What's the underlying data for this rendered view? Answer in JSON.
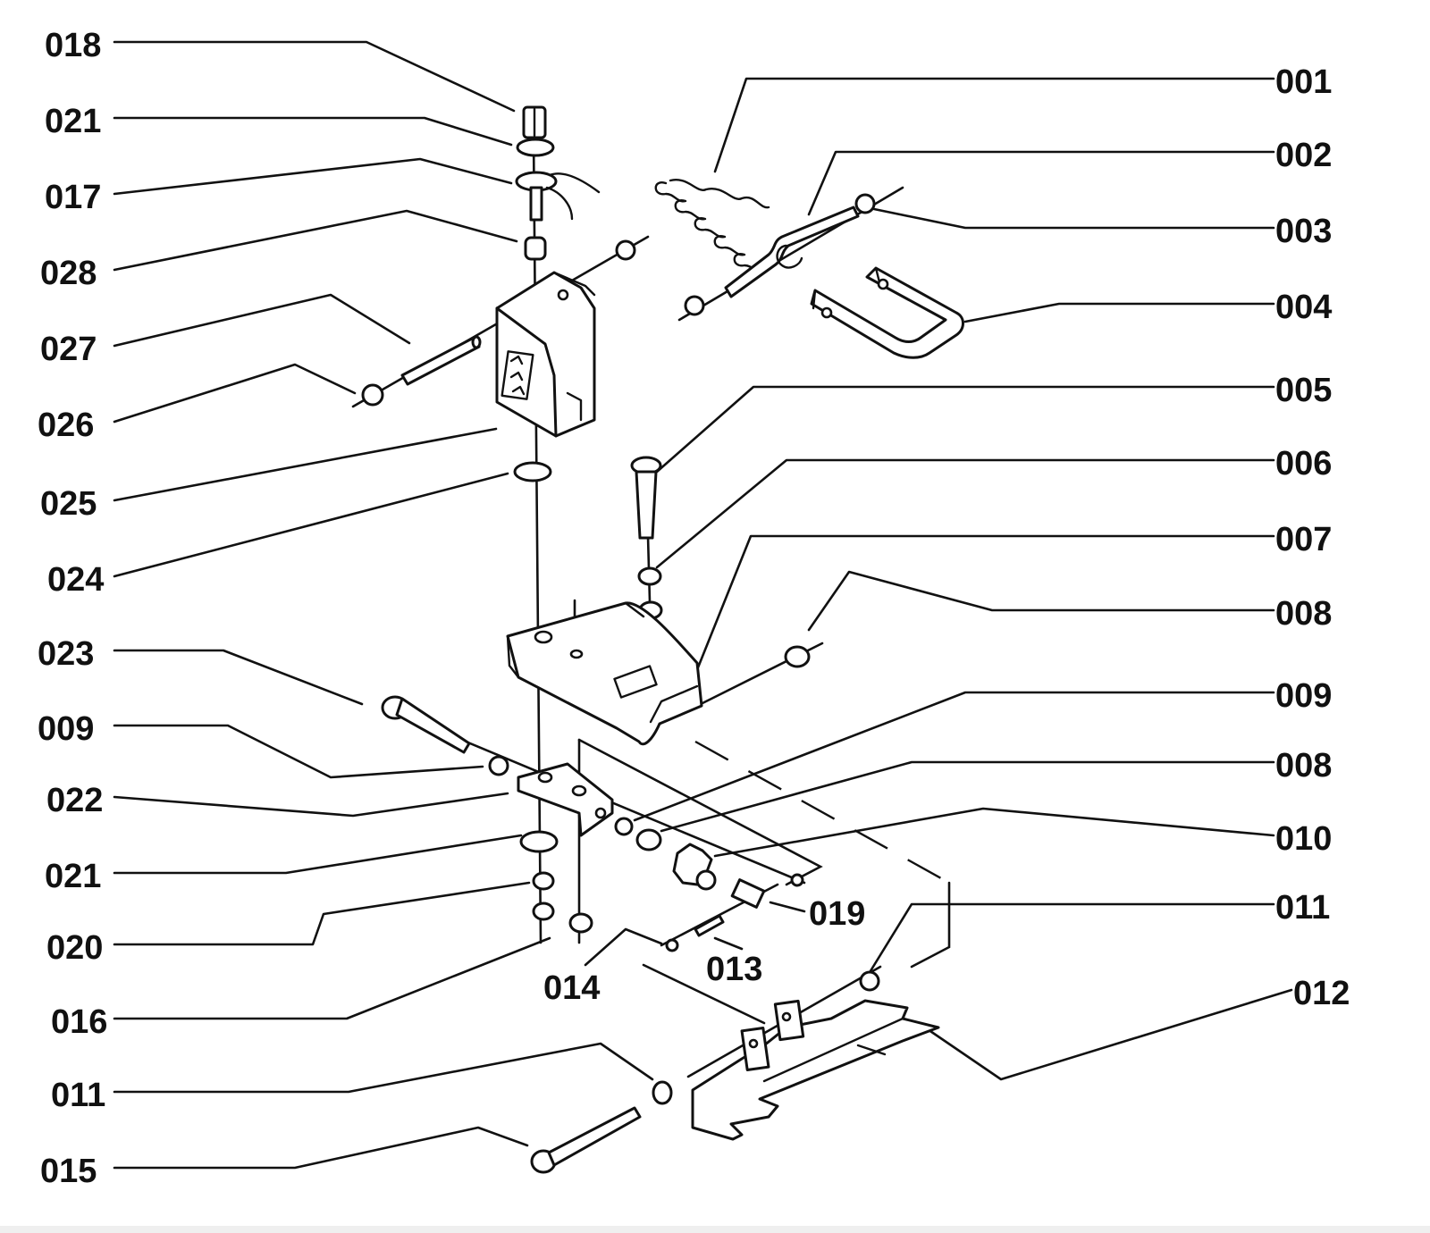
{
  "diagram": {
    "labels": {
      "l001": "001",
      "l002": "002",
      "l003": "003",
      "l004": "004",
      "l005": "005",
      "l006": "006",
      "l007": "007",
      "l008a": "008",
      "l009a": "009",
      "l008b": "008",
      "l010": "010",
      "l011a": "011",
      "l012": "012",
      "l018": "018",
      "l021a": "021",
      "l017": "017",
      "l028": "028",
      "l027": "027",
      "l026": "026",
      "l025": "025",
      "l024": "024",
      "l023": "023",
      "l009b": "009",
      "l022": "022",
      "l021b": "021",
      "l020": "020",
      "l016": "016",
      "l011b": "011",
      "l015": "015",
      "l019": "019",
      "l013": "013",
      "l014": "014"
    }
  }
}
